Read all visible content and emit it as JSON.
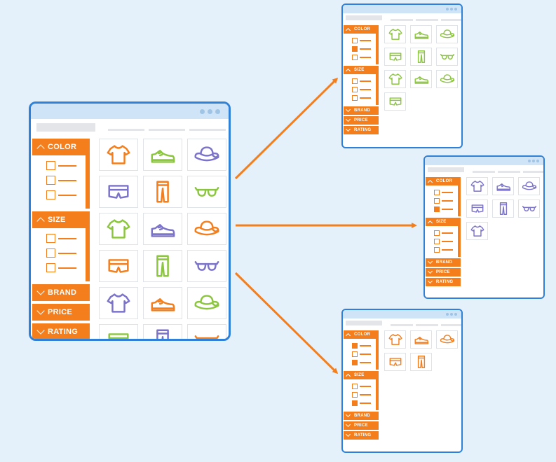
{
  "filters": [
    "COLOR",
    "SIZE",
    "BRAND",
    "PRICE",
    "RATING"
  ],
  "icon_names": {
    "shirt": "tshirt-icon",
    "shoe": "sneaker-icon",
    "hat": "sun-hat-icon",
    "shorts": "shorts-icon",
    "pants": "pants-icon",
    "glasses": "sunglasses-icon"
  },
  "colors": {
    "background": "#e4f1fb",
    "window_border": "#2f80d7",
    "titlebar": "#cfe4f6",
    "filter_orange": "#f47e1c",
    "arrow": "#f47e1c",
    "item_orange": "#f47e1c",
    "item_green": "#8cc63f",
    "item_purple": "#7b73c9"
  },
  "main_window": {
    "checkboxes": {
      "color": [
        false,
        false,
        false
      ],
      "size": [
        false,
        false,
        false
      ]
    },
    "products": [
      {
        "icon": "shirt",
        "color": "orange"
      },
      {
        "icon": "shoe",
        "color": "green"
      },
      {
        "icon": "hat",
        "color": "purple"
      },
      {
        "icon": "shorts",
        "color": "purple"
      },
      {
        "icon": "pants",
        "color": "orange"
      },
      {
        "icon": "glasses",
        "color": "green"
      },
      {
        "icon": "shirt",
        "color": "green"
      },
      {
        "icon": "shoe",
        "color": "purple"
      },
      {
        "icon": "hat",
        "color": "orange"
      },
      {
        "icon": "shorts",
        "color": "orange"
      },
      {
        "icon": "pants",
        "color": "green"
      },
      {
        "icon": "glasses",
        "color": "purple"
      },
      {
        "icon": "shirt",
        "color": "purple"
      },
      {
        "icon": "shoe",
        "color": "orange"
      },
      {
        "icon": "hat",
        "color": "green"
      },
      {
        "icon": "shorts",
        "color": "green"
      },
      {
        "icon": "pants",
        "color": "purple"
      },
      {
        "icon": "glasses",
        "color": "orange"
      }
    ]
  },
  "result_windows": [
    {
      "checkboxes": {
        "color": [
          false,
          true,
          false
        ],
        "size": [
          false,
          false,
          false
        ]
      },
      "products": [
        {
          "icon": "shirt",
          "color": "green"
        },
        {
          "icon": "shoe",
          "color": "green"
        },
        {
          "icon": "hat",
          "color": "green"
        },
        {
          "icon": "shorts",
          "color": "green"
        },
        {
          "icon": "pants",
          "color": "green"
        },
        {
          "icon": "glasses",
          "color": "green"
        },
        {
          "icon": "shirt",
          "color": "green"
        },
        {
          "icon": "shoe",
          "color": "green"
        },
        {
          "icon": "hat",
          "color": "green"
        },
        {
          "icon": "shorts",
          "color": "green"
        }
      ]
    },
    {
      "checkboxes": {
        "color": [
          false,
          false,
          true
        ],
        "size": [
          false,
          false,
          false
        ]
      },
      "products": [
        {
          "icon": "shirt",
          "color": "purple"
        },
        {
          "icon": "shoe",
          "color": "purple"
        },
        {
          "icon": "hat",
          "color": "purple"
        },
        {
          "icon": "shorts",
          "color": "purple"
        },
        {
          "icon": "pants",
          "color": "purple"
        },
        {
          "icon": "glasses",
          "color": "purple"
        },
        {
          "icon": "shirt",
          "color": "purple"
        }
      ]
    },
    {
      "checkboxes": {
        "color": [
          true,
          false,
          true
        ],
        "size": [
          false,
          false,
          true
        ]
      },
      "products": [
        {
          "icon": "shirt",
          "color": "orange"
        },
        {
          "icon": "shoe",
          "color": "orange"
        },
        {
          "icon": "hat",
          "color": "orange"
        },
        {
          "icon": "shorts",
          "color": "orange"
        },
        {
          "icon": "pants",
          "color": "orange"
        }
      ]
    }
  ]
}
